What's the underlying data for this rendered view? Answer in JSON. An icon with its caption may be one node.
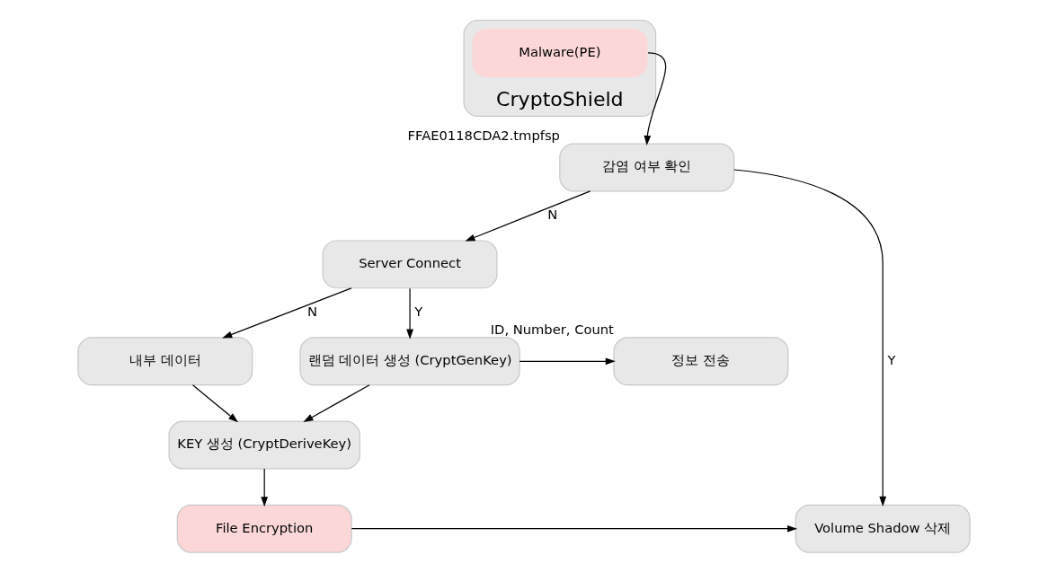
{
  "diagram": {
    "nodes": [
      {
        "text": [
          "CryptoShield"
        ]
      },
      {
        "text": [
          "Malware(PE)"
        ],
        "in": 0
      },
      {
        "text": [
          "감염 여부 확인"
        ],
        "beside": [
          "FFAE0118CDA2.tmpfsp"
        ]
      },
      {
        "text": [
          "Server Connect"
        ]
      },
      {
        "text": [
          "내부 데이터"
        ]
      },
      {
        "text": [
          "랜덤 데이터 생성 (CryptGenKey)"
        ]
      },
      {
        "text": [
          "정보 전송"
        ],
        "beside": [
          "ID, Number, Count"
        ]
      },
      {
        "text": [
          "KEY 생성 (CryptDeriveKey)"
        ]
      },
      {
        "text": [
          "File Encryption"
        ]
      },
      {
        "text": [
          "Volume Shadow 삭제"
        ]
      }
    ],
    "edges": [
      {
        "from": 1,
        "to": 2,
        "arrow": "to"
      },
      {
        "from": 2,
        "to": 3,
        "arrow": "to",
        "label": "N"
      },
      {
        "from": 2,
        "to": 9,
        "arrow": "to",
        "label": "Y"
      },
      {
        "from": 3,
        "to": 4,
        "arrow": "to",
        "label": "N"
      },
      {
        "from": 3,
        "to": 5,
        "arrow": "to",
        "label": "Y"
      },
      {
        "from": 5,
        "to": 6,
        "arrow": "to"
      },
      {
        "from": 4,
        "to": 7,
        "arrow": "to"
      },
      {
        "from": 5,
        "to": 7,
        "arrow": "to"
      },
      {
        "from": 7,
        "to": 8,
        "arrow": "to"
      },
      {
        "from": 8,
        "to": 9,
        "arrow": "to"
      }
    ]
  }
}
